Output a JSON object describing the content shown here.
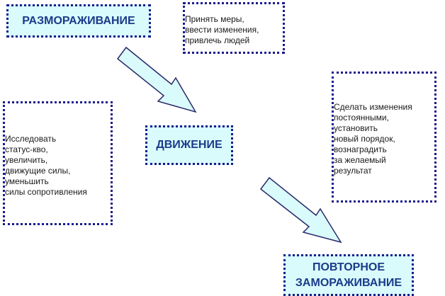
{
  "stages": {
    "unfreezing": "РАЗМОРАЖИВАНИЕ",
    "movement": "ДВИЖЕНИЕ",
    "refreezing": [
      "ПОВТОРНОЕ",
      "ЗАМОРАЖИВАНИЕ"
    ]
  },
  "notes": {
    "movement_actions": [
      "Принять меры,",
      "ввести изменения,",
      "привлечь людей"
    ],
    "refreezing_actions": [
      "Сделать изменения",
      "постоянными,",
      "установить",
      "новый порядок,",
      "вознаградить",
      "за желаемый",
      "результат"
    ],
    "unfreezing_actions": [
      "Исследовать",
      "статус-кво,",
      "увеличить,",
      "движущие силы,",
      "уменьшить",
      "силы сопротивления"
    ]
  },
  "colors": {
    "stage_fill": "#d9fbfb",
    "border": "#1a1a8c",
    "arrow_fill": "#d9fbfb",
    "arrow_stroke": "#2a2a6a"
  }
}
